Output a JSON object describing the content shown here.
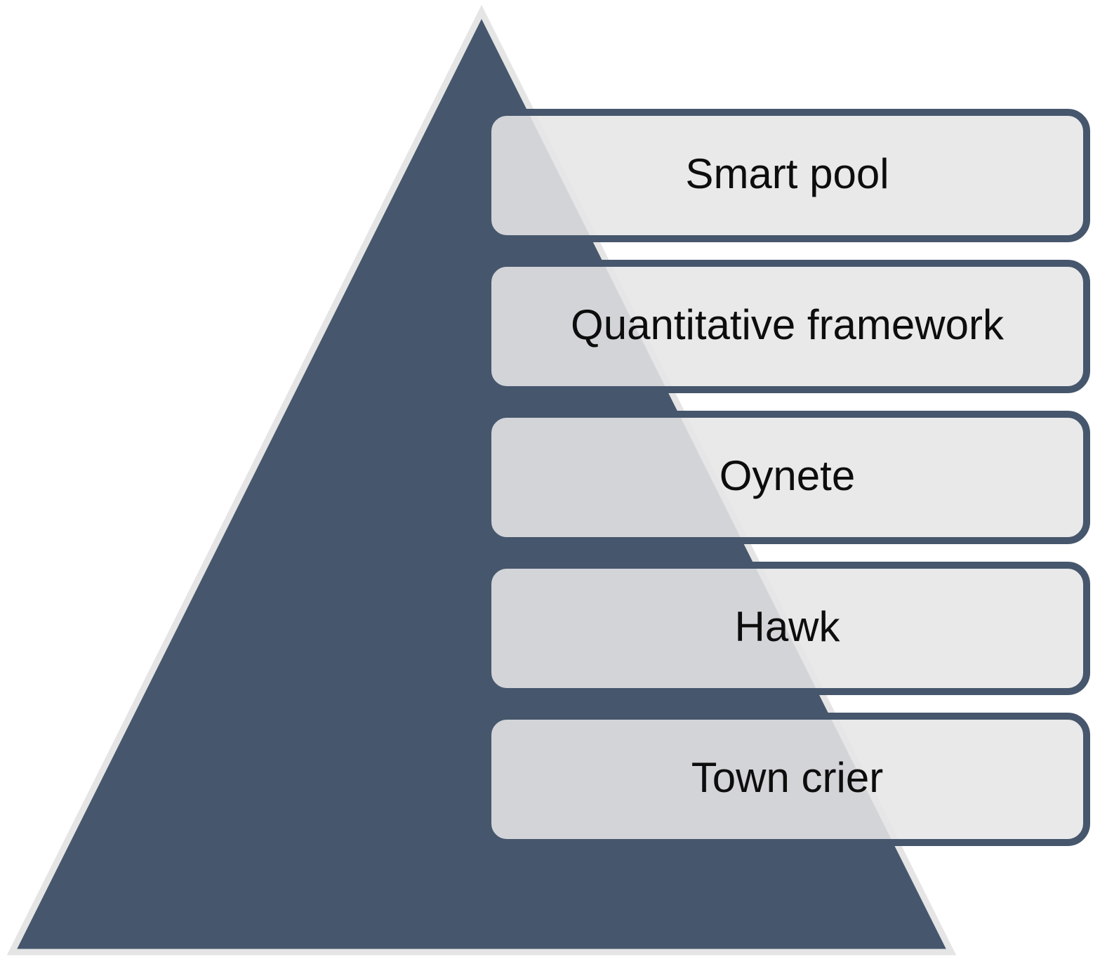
{
  "diagram": {
    "type": "pyramid-list",
    "levels": [
      {
        "label": "Smart pool"
      },
      {
        "label": "Quantitative framework"
      },
      {
        "label": "Oynete"
      },
      {
        "label": "Hawk"
      },
      {
        "label": "Town crier"
      }
    ],
    "colors": {
      "pyramid_fill": "#46566C",
      "pyramid_outline": "#E5E5E5",
      "box_border": "#46566C",
      "box_fill": "rgba(230,230,231,0.88)",
      "text": "#0D0D0D",
      "background": "#FFFFFF"
    }
  }
}
